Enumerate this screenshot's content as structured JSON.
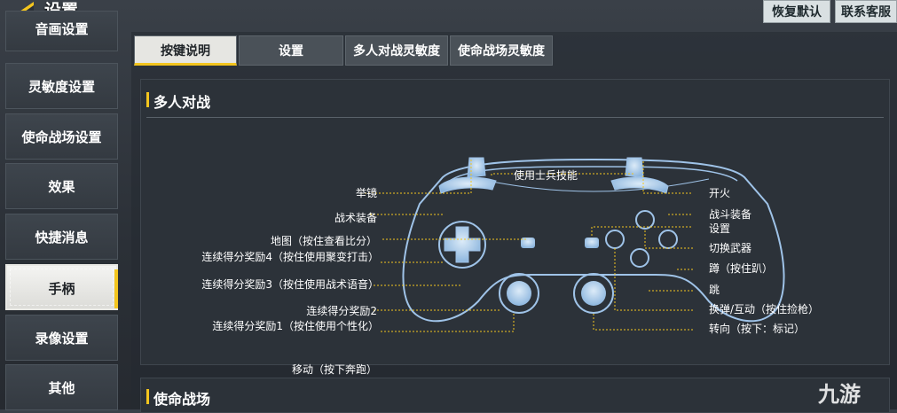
{
  "header": {
    "title": "设置",
    "restore_label": "恢复默认",
    "service_label": "联系客服"
  },
  "sidebar": {
    "items": [
      {
        "label": "音画设置"
      },
      {
        "label": "灵敏度设置"
      },
      {
        "label": "使命战场设置"
      },
      {
        "label": "效果"
      },
      {
        "label": "快捷消息"
      },
      {
        "label": "手柄"
      },
      {
        "label": "录像设置"
      },
      {
        "label": "其他"
      }
    ],
    "active": "手柄"
  },
  "tabs": [
    {
      "label": "按键说明"
    },
    {
      "label": "设置"
    },
    {
      "label": "多人对战灵敏度"
    },
    {
      "label": "使命战场灵敏度"
    }
  ],
  "active_tab": "按键说明",
  "sections": {
    "multiplayer": "多人对战",
    "battle_royale": "使命战场"
  },
  "labels": {
    "aim": "举镜",
    "tactical": "战术装备",
    "map": "地图（按住查看比分）",
    "streak4": "连续得分奖励4（按住使用聚变打击）",
    "streak3": "连续得分奖励3（按住使用战术语音）",
    "streak2": "连续得分奖励2",
    "streak1": "连续得分奖励1（按住使用个性化）",
    "sprint": "移动（按下奔跑）",
    "operator_skill": "使用士兵技能",
    "fire": "开火",
    "lethal": "战斗装备",
    "settings": "设置",
    "switch_weapon": "切换武器",
    "crouch": "蹲（按住趴）",
    "jump": "跳",
    "reload": "换弹/互动（按住捡枪）",
    "turn": "转向（按下：标记）"
  },
  "watermark": "九游",
  "colors": {
    "accent": "#f3c51e",
    "controller_line": "#9fc3e8",
    "callout": "#f3c51e"
  }
}
